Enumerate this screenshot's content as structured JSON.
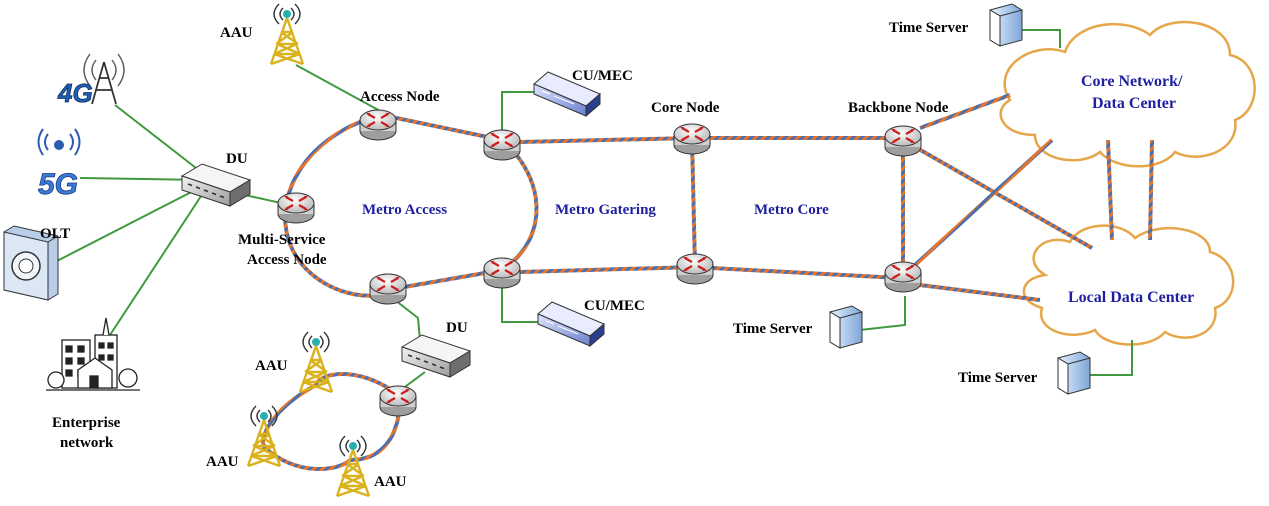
{
  "regions": {
    "metro_access": "Metro Access",
    "metro_gathering": "Metro Gatering",
    "metro_core": "Metro Core"
  },
  "clouds": {
    "core_line1": "Core Network/",
    "core_line2": "Data Center",
    "local": "Local Data Center"
  },
  "nodes": {
    "access_node": "Access Node",
    "core_node": "Core Node",
    "backbone_node": "Backbone Node",
    "msan_line1": "Multi-Service",
    "msan_line2": "Access Node"
  },
  "equipment": {
    "du": "DU",
    "cu_mec": "CU/MEC",
    "olt": "OLT",
    "aau": "AAU",
    "time_server": "Time Server",
    "enterprise_line1": "Enterprise",
    "enterprise_line2": "network",
    "badge_4g": "4G",
    "badge_5g": "5G"
  },
  "colors": {
    "fiber_orange": "#e8742a",
    "fiber_blue": "#4a6fb0",
    "link_green": "#3f9a3f",
    "router_red": "#cc1e1e",
    "region_text": "#1f1fa0",
    "aau_yellow": "#d9b21c",
    "cloud_orange": "#e6a64a"
  }
}
